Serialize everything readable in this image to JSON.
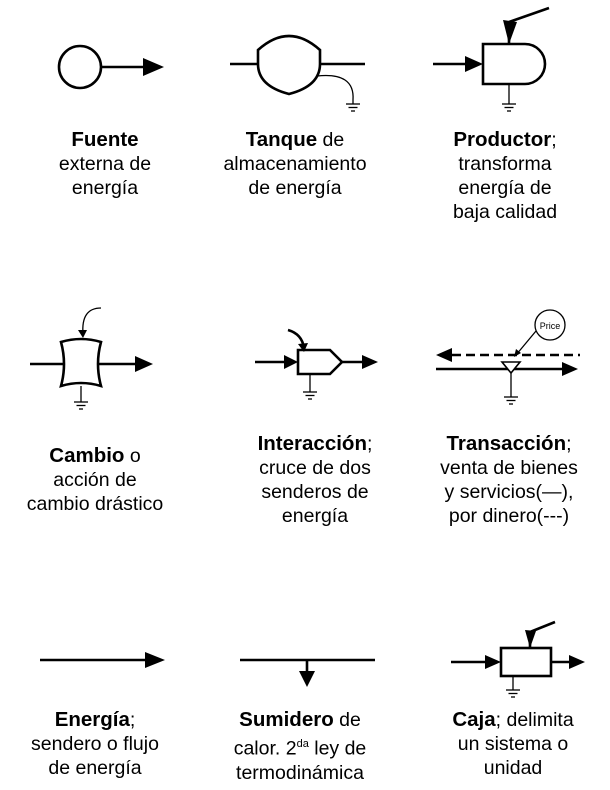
{
  "symbols": [
    {
      "id": "fuente",
      "bold": "Fuente",
      "rest": "",
      "lines": [
        "externa de",
        "energía"
      ]
    },
    {
      "id": "tanque",
      "bold": "Tanque",
      "rest": " de",
      "lines": [
        "almacenamiento",
        "de  energía"
      ]
    },
    {
      "id": "productor",
      "bold": "Productor",
      "rest": ";",
      "lines": [
        "transforma",
        "energía de",
        "baja calidad"
      ]
    },
    {
      "id": "cambio",
      "bold": "Cambio",
      "rest": " o",
      "lines": [
        "acción de",
        "cambio drástico"
      ]
    },
    {
      "id": "interaccion",
      "bold": "Interacción",
      "rest": ";",
      "lines": [
        "cruce de dos",
        "senderos de",
        "energía"
      ]
    },
    {
      "id": "transaccion",
      "bold": "Transacción",
      "rest": ";",
      "lines": [
        "venta de bienes",
        "y servicios(—),",
        "por dinero(---)"
      ]
    },
    {
      "id": "energia",
      "bold": "Energía",
      "rest": ";",
      "lines": [
        "sendero o flujo",
        "de energía"
      ]
    },
    {
      "id": "sumidero",
      "bold": "Sumidero",
      "rest": " de",
      "lines": [
        "calor. 2da ley de",
        "termodinámica"
      ]
    },
    {
      "id": "caja",
      "bold": "Caja",
      "rest": "; delimita",
      "lines": [
        "un sistema o",
        "unidad"
      ]
    }
  ],
  "price_tag_text": "Price",
  "superscript": "da"
}
